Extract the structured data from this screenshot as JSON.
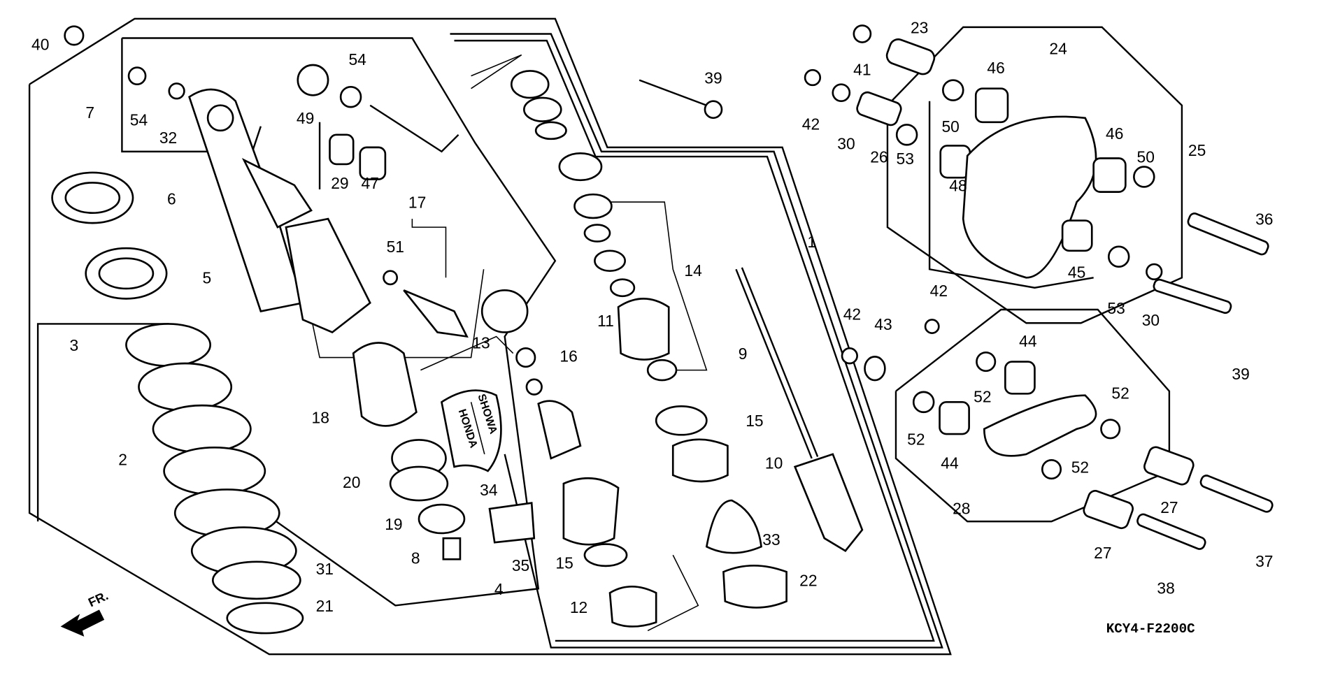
{
  "diagram": {
    "code": "KCY4-F2200C",
    "direction_label": "FR.",
    "decal_text": [
      "SHOWA",
      "HONDA"
    ],
    "callouts": [
      "40",
      "7",
      "54",
      "32",
      "54",
      "49",
      "29",
      "47",
      "6",
      "5",
      "3",
      "17",
      "51",
      "13",
      "18",
      "2",
      "20",
      "34",
      "19",
      "8",
      "35",
      "31",
      "21",
      "4",
      "39",
      "1",
      "14",
      "11",
      "16",
      "9",
      "15",
      "10",
      "33",
      "15",
      "12",
      "22",
      "23",
      "41",
      "42",
      "30",
      "26",
      "53",
      "50",
      "46",
      "24",
      "48",
      "46",
      "50",
      "25",
      "36",
      "45",
      "53",
      "30",
      "39",
      "42",
      "42",
      "43",
      "44",
      "52",
      "52",
      "52",
      "44",
      "52",
      "27",
      "27",
      "28",
      "38",
      "37"
    ]
  }
}
